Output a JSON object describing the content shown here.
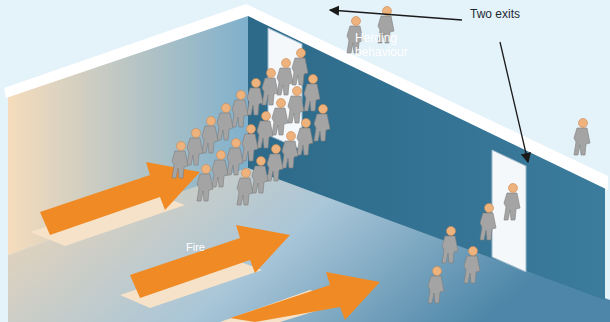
{
  "diagram": {
    "labels": [
      "Two exits",
      "Herding behaviour",
      "Fire"
    ]
  }
}
